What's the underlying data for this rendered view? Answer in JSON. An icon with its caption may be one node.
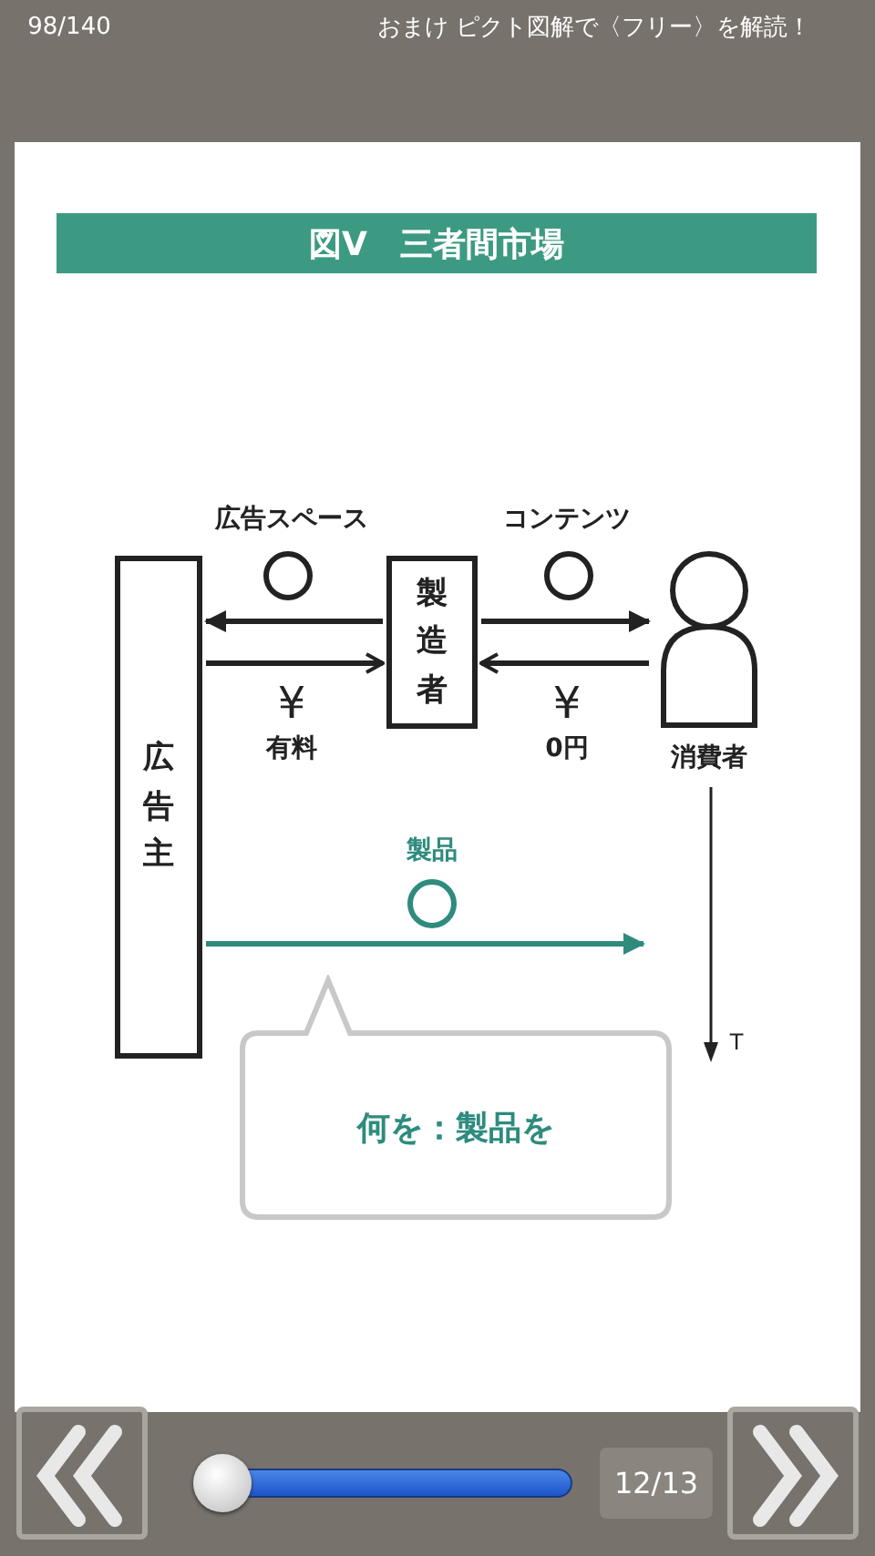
{
  "diagram": {
    "title": "図V　三者間市場",
    "nodes": [
      {
        "text": [
          "広告主"
        ]
      },
      {
        "text": [
          "製造者"
        ]
      },
      {
        "text": [
          "消費者"
        ]
      },
      {
        "text": [
          "何を：製品を"
        ]
      }
    ],
    "edges": [
      {
        "from": 1,
        "to": 0,
        "arrow": "to"
      },
      {
        "from": 0,
        "to": 1,
        "arrow": "to"
      },
      {
        "from": 1,
        "to": 2,
        "arrow": "to"
      },
      {
        "from": 2,
        "to": 1,
        "arrow": "to"
      },
      {
        "from": 0,
        "to": null,
        "arrow": "to",
        "color": "#2e8b7e"
      }
    ],
    "labels": [
      "98/140",
      "おまけ ピクト図解で〈フリー〉を解読！",
      "広告スペース",
      "コンテンツ",
      "¥",
      "有料",
      "¥",
      "0円",
      "製品",
      "T",
      "12/13"
    ]
  }
}
